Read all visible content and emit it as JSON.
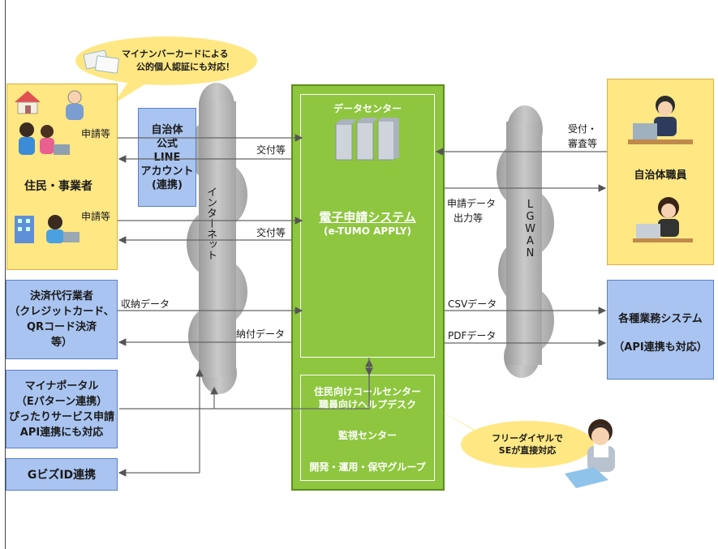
{
  "bubbles": {
    "mynumber": [
      "マイナンバーカードによる",
      "公的個人認証にも対応！"
    ],
    "freedial": [
      "フリーダイヤルで",
      "SEが直接対応"
    ]
  },
  "nodes": {
    "residents": "住民・事業者",
    "line_account": [
      "自治体",
      "公式",
      "LINE",
      "アカウント",
      "(連携)"
    ],
    "payment": [
      "決済代行業者",
      "（クレジットカード、",
      "QRコード決済",
      "等）"
    ],
    "mynaportal": [
      "マイナポータル",
      "（Eパターン連携）",
      "ぴったりサービス申請",
      "API連携にも対応"
    ],
    "gbiz": "GビズID連携",
    "staff": "自治体職員",
    "business_systems": "各種業務システム",
    "business_api": "（API連携も対応）"
  },
  "clouds": {
    "internet": "インターネット",
    "lgwan": "LGWAN"
  },
  "center": {
    "datacenter": "データセンター",
    "system_name": "電子申請システム",
    "system_sub": "(e-TUMO APPLY)",
    "support": [
      "住民向けコールセンター",
      "職員向けヘルプデスク"
    ],
    "monitoring": "監視センター",
    "devops": "開発・運用・保守グループ"
  },
  "labels": {
    "apply1": "申請等",
    "issue1": "交付等",
    "apply2": "申請等",
    "issue2": "交付等",
    "receipt": "収納データ",
    "payment_data": "納付データ",
    "accept": [
      "受付・",
      "審査等"
    ],
    "output": [
      "申請データ",
      "出力等"
    ],
    "csv": "CSVデータ",
    "pdf": "PDFデータ"
  },
  "colors": {
    "green": "#8ec63f",
    "yellow": "#ffe784",
    "blue": "#a9c4f0",
    "cloud": "#b3b3b3"
  }
}
